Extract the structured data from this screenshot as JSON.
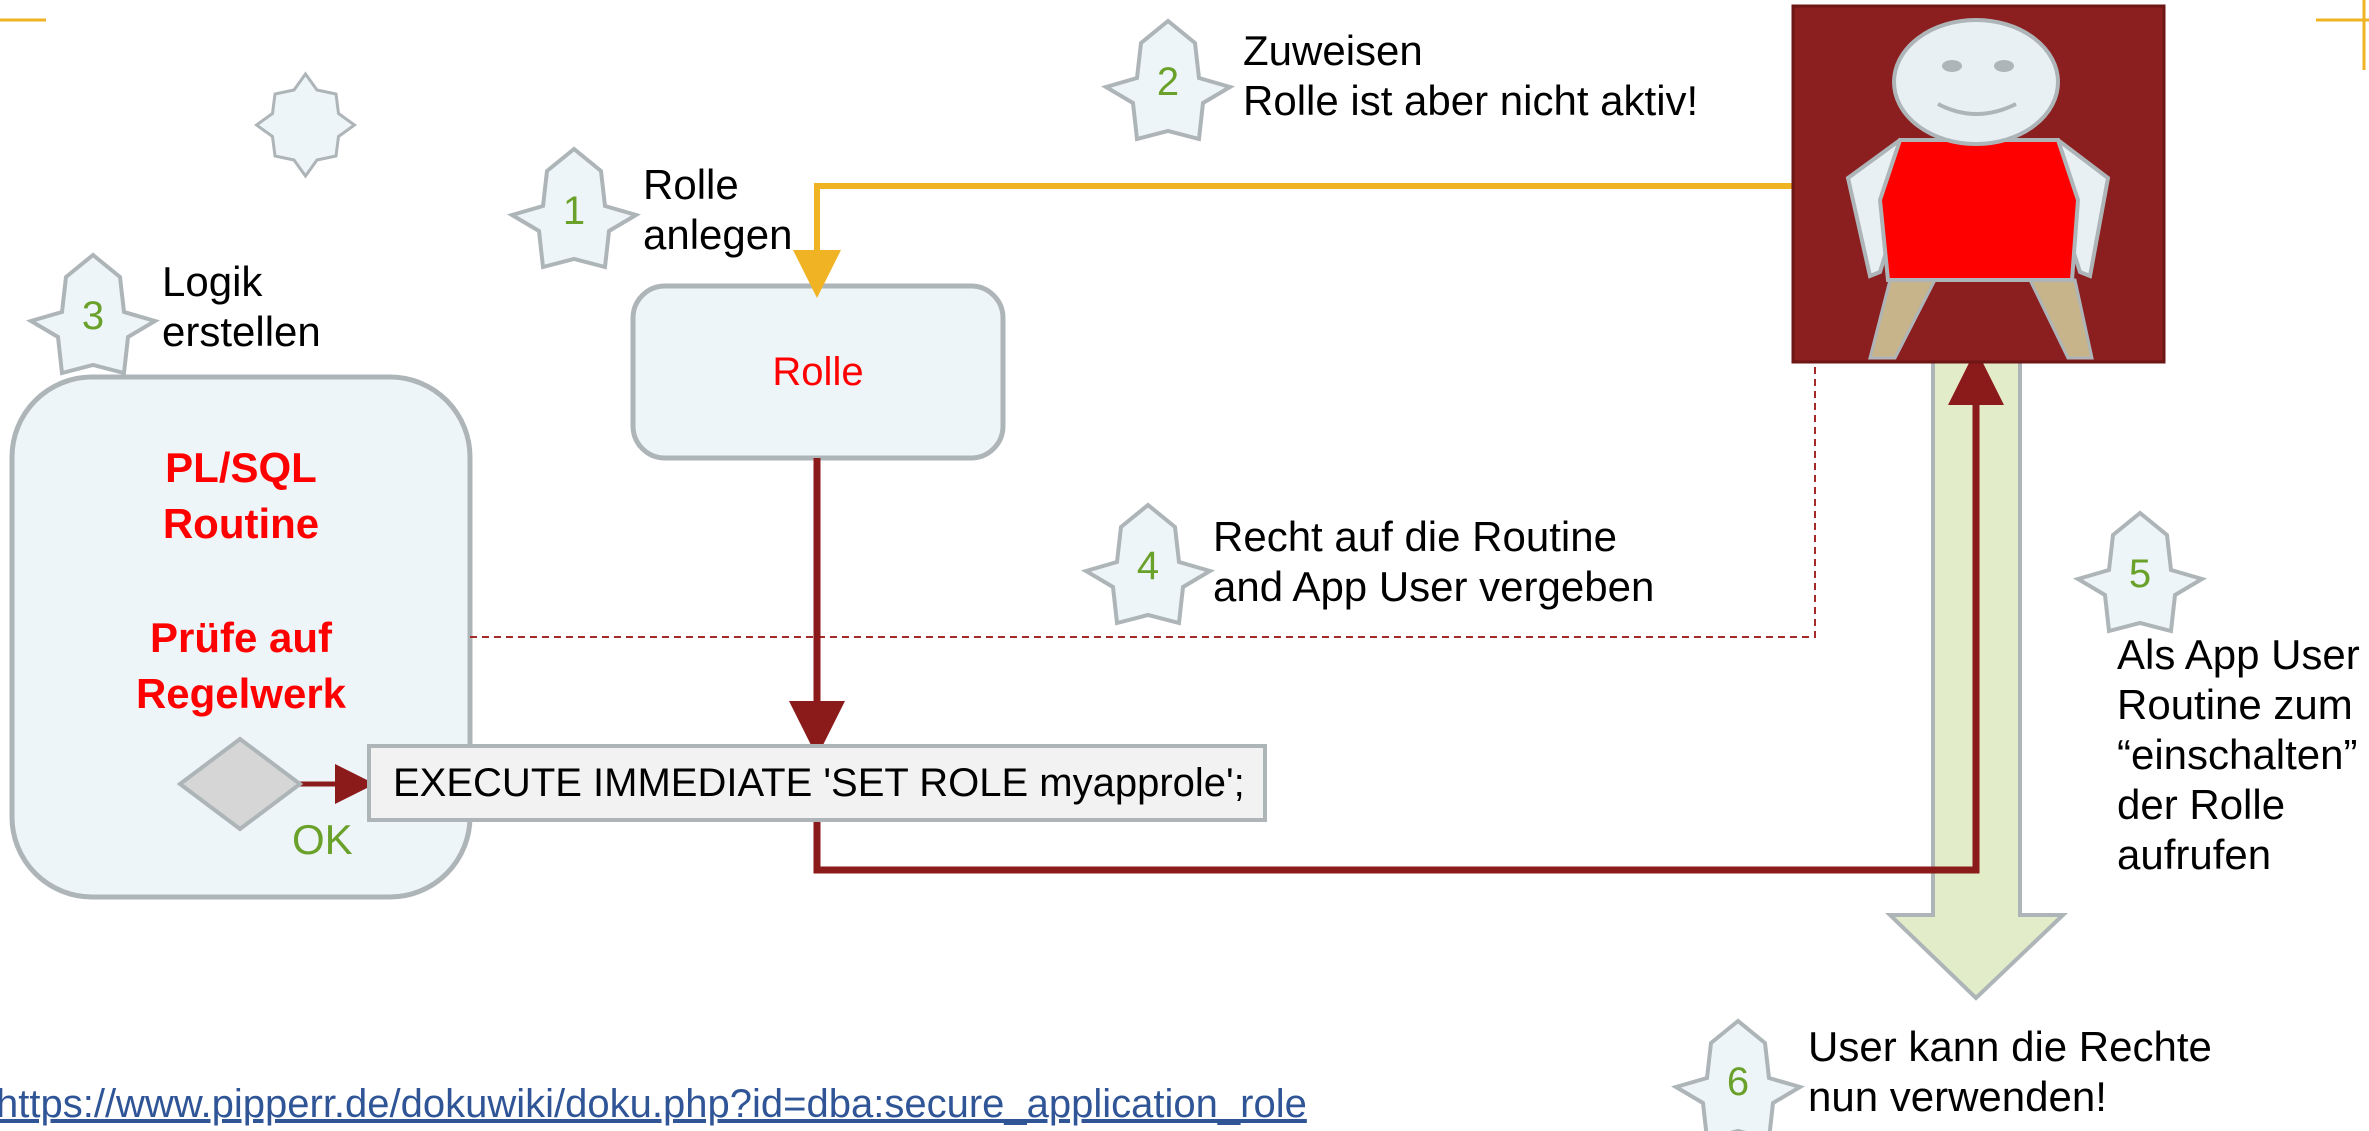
{
  "steps": [
    {
      "num": "1",
      "lines": [
        "Rolle",
        "anlegen"
      ]
    },
    {
      "num": "2",
      "lines": [
        "Zuweisen",
        "Rolle ist aber nicht aktiv!"
      ]
    },
    {
      "num": "3",
      "lines": [
        "Logik",
        "erstellen"
      ]
    },
    {
      "num": "4",
      "lines": [
        "Recht auf die Routine",
        "and App User vergeben"
      ]
    },
    {
      "num": "5",
      "lines": [
        "Als App User",
        "Routine zum",
        "“einschalten”",
        "der Rolle",
        "aufrufen"
      ]
    },
    {
      "num": "6",
      "lines": [
        "User kann die Rechte",
        "nun verwenden!"
      ]
    }
  ],
  "role_box": {
    "label": "Rolle"
  },
  "routine_box": {
    "title_lines": [
      "PL/SQL",
      "Routine"
    ],
    "check_lines": [
      "Prüfe auf",
      "Regelwerk"
    ]
  },
  "decision": {
    "ok_label": "OK"
  },
  "exec_statement": "EXECUTE IMMEDIATE 'SET ROLE myapprole';",
  "link": "https://www.pipperr.de/dokuwiki/doku.php?id=dba:secure_application_role",
  "colors": {
    "badge_text": "#6aa12a",
    "role_text": "#ff0000",
    "arrow_dark_red": "#8b1a1a",
    "arrow_orange": "#f0b323",
    "user_bg": "#8b1e1e",
    "big_arrow": "#e2ecc8"
  },
  "icons": [
    "star-badge-icon",
    "user-figure-icon",
    "decision-diamond-icon"
  ]
}
